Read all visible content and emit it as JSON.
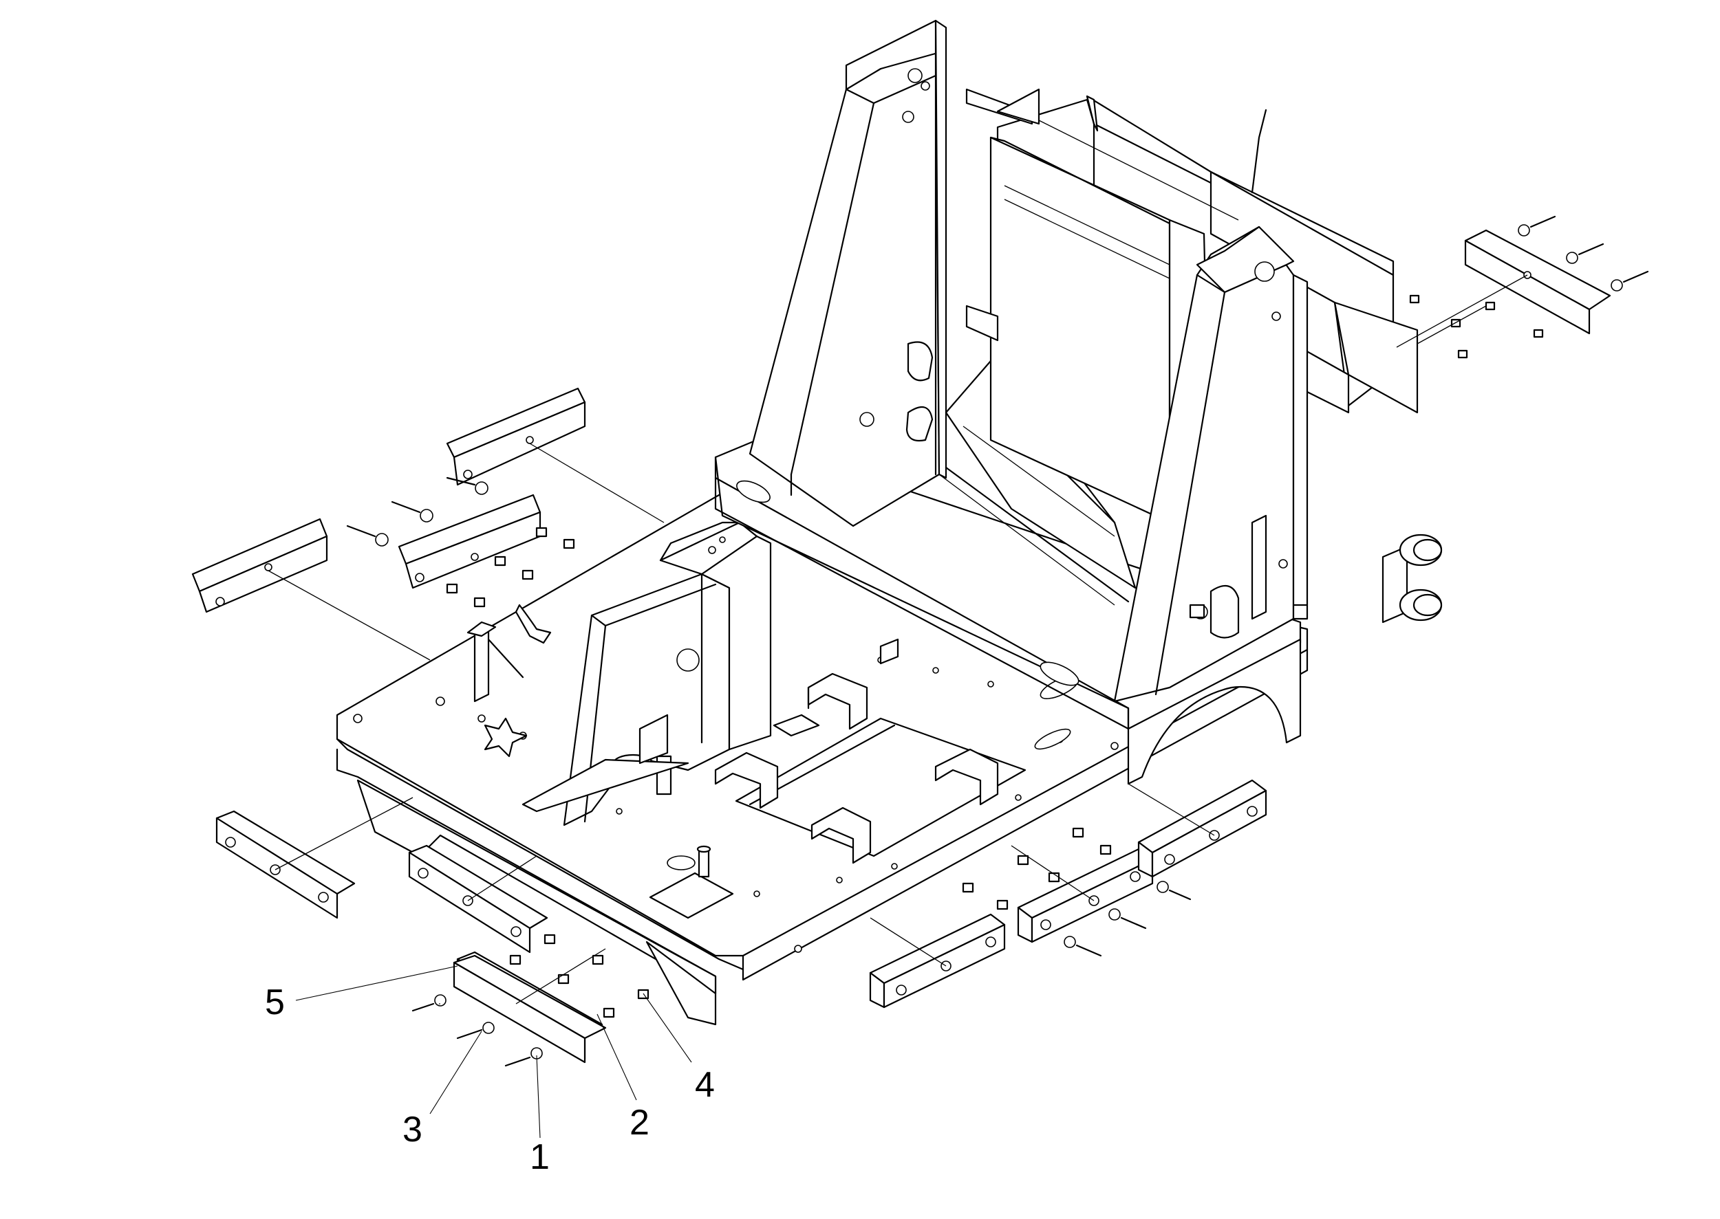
{
  "callouts": [
    {
      "id": "label-1",
      "text": "1"
    },
    {
      "id": "label-2",
      "text": "2"
    },
    {
      "id": "label-3",
      "text": "3"
    },
    {
      "id": "label-4",
      "text": "4"
    },
    {
      "id": "label-5",
      "text": "5"
    }
  ]
}
